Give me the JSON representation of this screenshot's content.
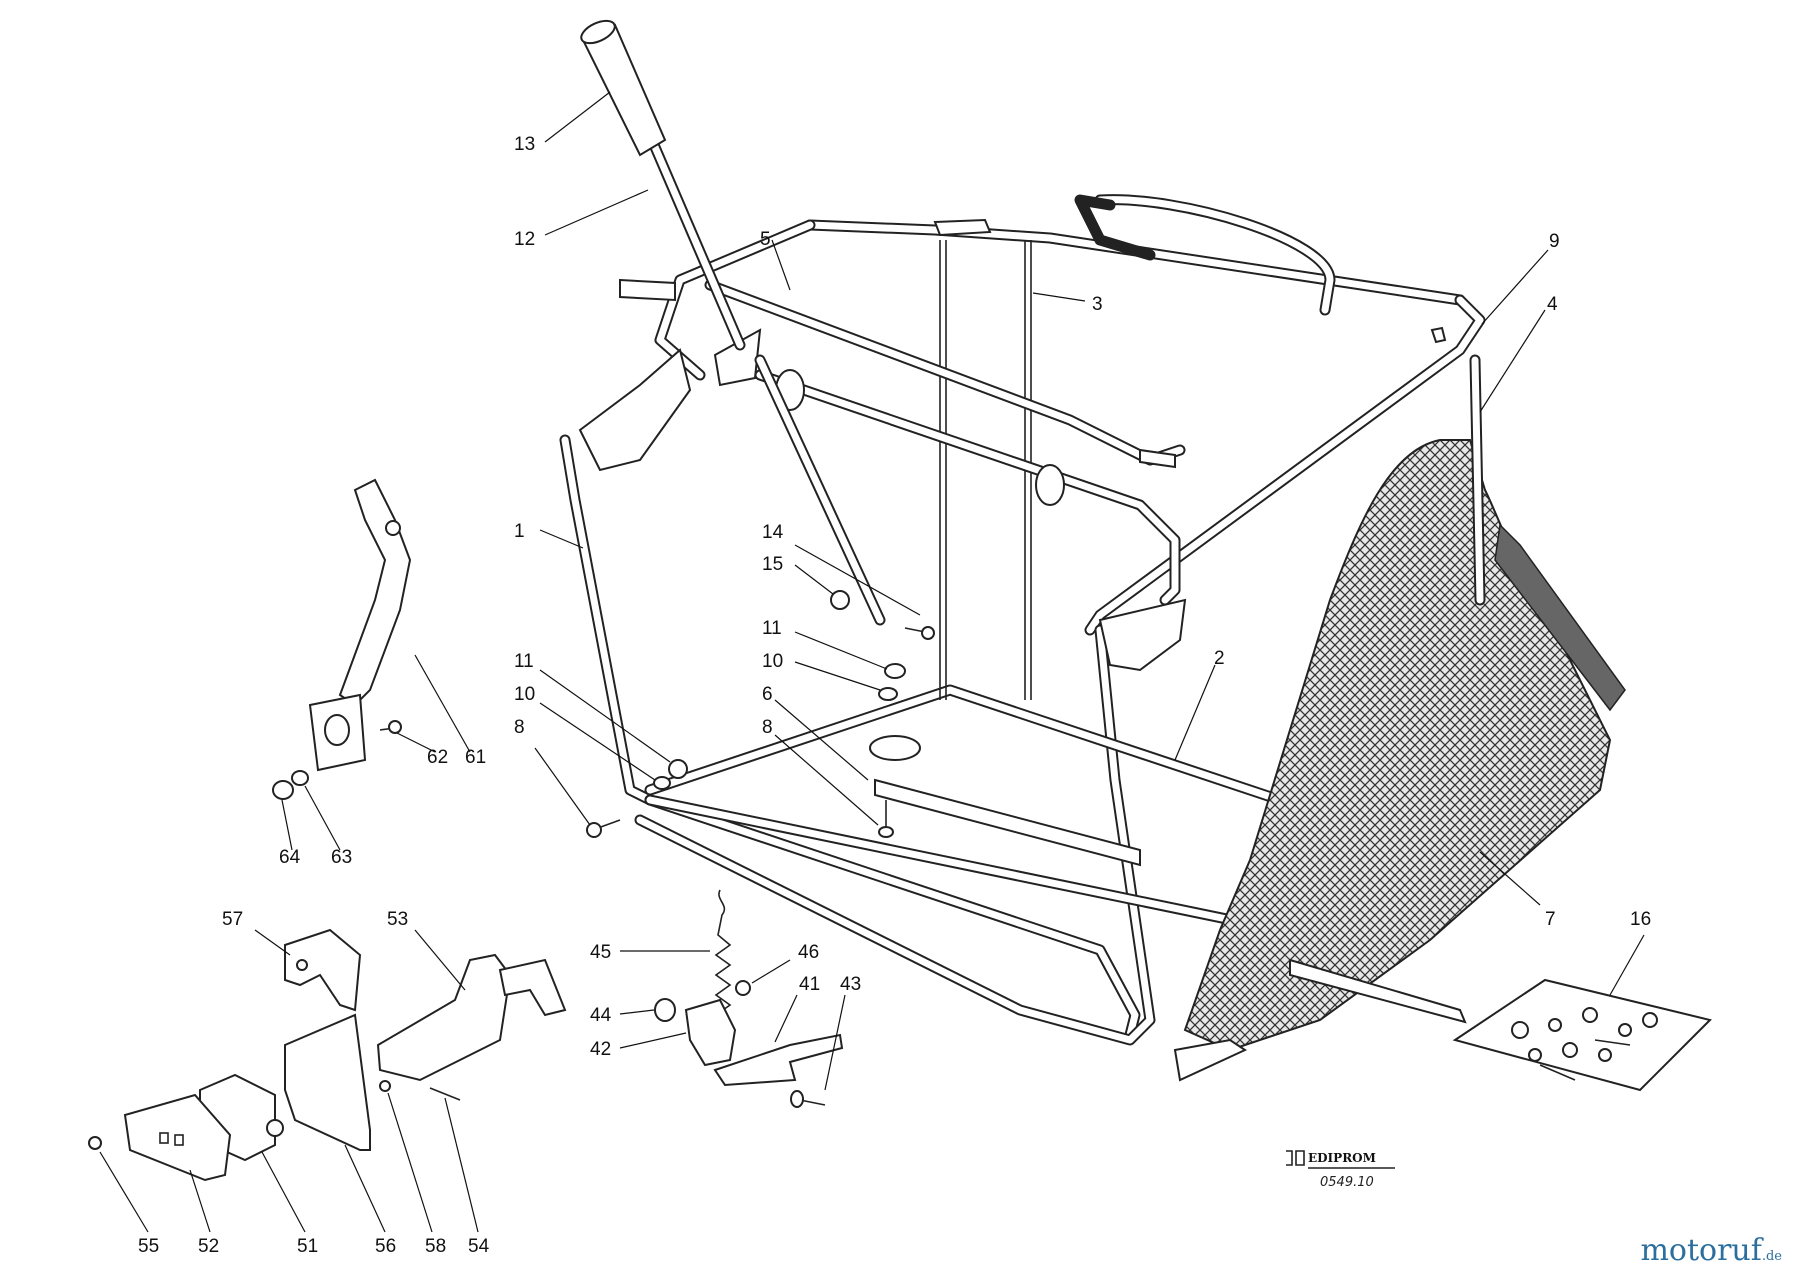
{
  "diagram": {
    "callouts": [
      {
        "id": "c13",
        "label": "13"
      },
      {
        "id": "c12",
        "label": "12"
      },
      {
        "id": "c5",
        "label": "5"
      },
      {
        "id": "c3",
        "label": "3"
      },
      {
        "id": "c9",
        "label": "9"
      },
      {
        "id": "c4",
        "label": "4"
      },
      {
        "id": "c1",
        "label": "1"
      },
      {
        "id": "c14",
        "label": "14"
      },
      {
        "id": "c15",
        "label": "15"
      },
      {
        "id": "c11a",
        "label": "11"
      },
      {
        "id": "c10a",
        "label": "10"
      },
      {
        "id": "c11b",
        "label": "11"
      },
      {
        "id": "c10b",
        "label": "10"
      },
      {
        "id": "c6",
        "label": "6"
      },
      {
        "id": "c8a",
        "label": "8"
      },
      {
        "id": "c8b",
        "label": "8"
      },
      {
        "id": "c2",
        "label": "2"
      },
      {
        "id": "c62",
        "label": "62"
      },
      {
        "id": "c61",
        "label": "61"
      },
      {
        "id": "c64",
        "label": "64"
      },
      {
        "id": "c63",
        "label": "63"
      },
      {
        "id": "c57",
        "label": "57"
      },
      {
        "id": "c53",
        "label": "53"
      },
      {
        "id": "c45",
        "label": "45"
      },
      {
        "id": "c46",
        "label": "46"
      },
      {
        "id": "c41",
        "label": "41"
      },
      {
        "id": "c43",
        "label": "43"
      },
      {
        "id": "c44",
        "label": "44"
      },
      {
        "id": "c42",
        "label": "42"
      },
      {
        "id": "c7",
        "label": "7"
      },
      {
        "id": "c16",
        "label": "16"
      },
      {
        "id": "c55",
        "label": "55"
      },
      {
        "id": "c52",
        "label": "52"
      },
      {
        "id": "c51",
        "label": "51"
      },
      {
        "id": "c56",
        "label": "56"
      },
      {
        "id": "c58",
        "label": "58"
      },
      {
        "id": "c54",
        "label": "54"
      }
    ],
    "publisher": "EDIPROM",
    "drawing_code": "0549.10"
  },
  "watermark": {
    "brand": "motoruf",
    "domain": ".de",
    "brand_color": "#2c6f9e"
  },
  "icons": {
    "bag_pattern": "crosshatch-mesh-icon",
    "publisher_logo": "ediprom-logo-icon"
  }
}
